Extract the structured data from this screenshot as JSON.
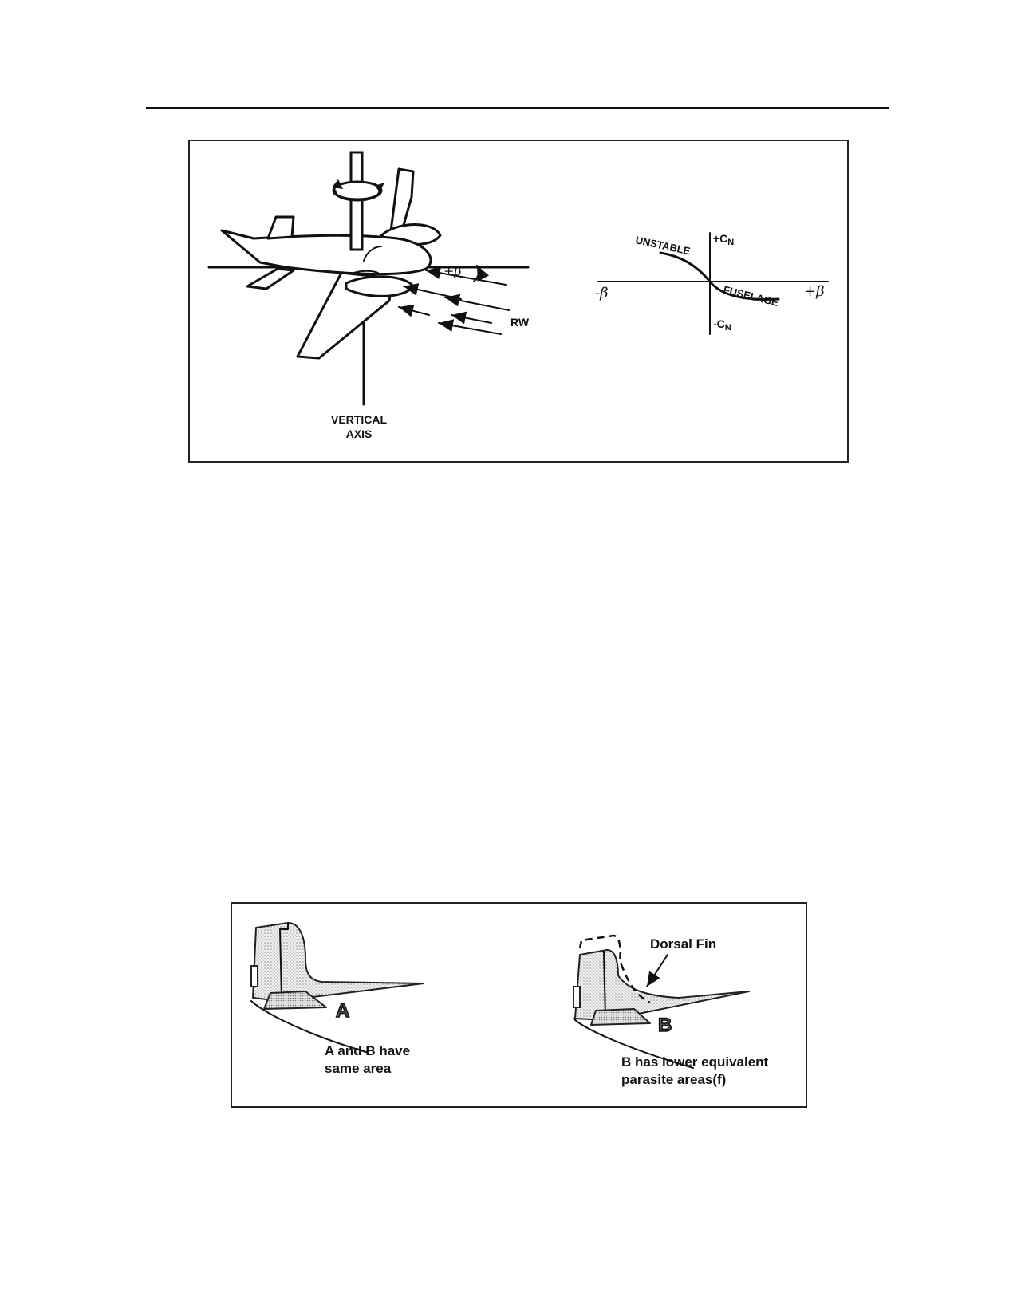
{
  "figure1": {
    "left": {
      "beta_label": "+β",
      "rw_label": "RW",
      "vertical_axis_line1": "VERTICAL",
      "vertical_axis_line2": "AXIS"
    },
    "right": {
      "pos_cn": "+C",
      "pos_cn_sub": "N",
      "neg_cn": "-C",
      "neg_cn_sub": "N",
      "neg_beta": "-β",
      "pos_beta": "+β",
      "unstable": "UNSTABLE",
      "fuselage": "FUSELAGE"
    }
  },
  "figure2": {
    "dorsal_fin": "Dorsal Fin",
    "label_a": "A",
    "label_b": "B",
    "caption_a_line1": "A and B have",
    "caption_a_line2": "same area",
    "caption_b_line1": "B has lower equivalent",
    "caption_b_line2": "parasite areas(f)"
  }
}
